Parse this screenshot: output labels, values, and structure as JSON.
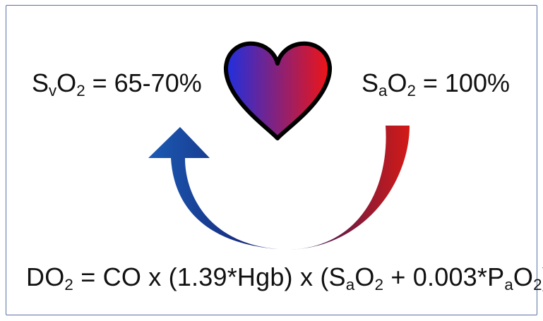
{
  "colors": {
    "venous": "#1f2fe0",
    "arterial": "#f01414",
    "arrow_venous": "#1c5bb4",
    "arrow_dark": "#141a6b",
    "arrow_arterial": "#d41a16",
    "text": "#111111",
    "border": "#5b6fa3"
  },
  "icons": {
    "heart": "heart-icon",
    "arrow": "curved-arrow-icon"
  },
  "venous_saturation": {
    "s": "S",
    "sub_v": "v",
    "o": "O",
    "sub_2": "2",
    "rest": " = 65-70%"
  },
  "arterial_saturation": {
    "s": "S",
    "sub_a": "a",
    "o": "O",
    "sub_2": "2",
    "rest": " = 100%"
  },
  "delivery_formula": {
    "do": "DO",
    "sub_2a": "2",
    "mid1": " = CO x (1.39*Hgb) x (S",
    "sub_a1": "a",
    "o1": "O",
    "sub_2b": "2",
    "mid2": " + 0.003*P",
    "sub_a2": "a",
    "o2": "O",
    "sub_2c": "2",
    "end": ")"
  }
}
